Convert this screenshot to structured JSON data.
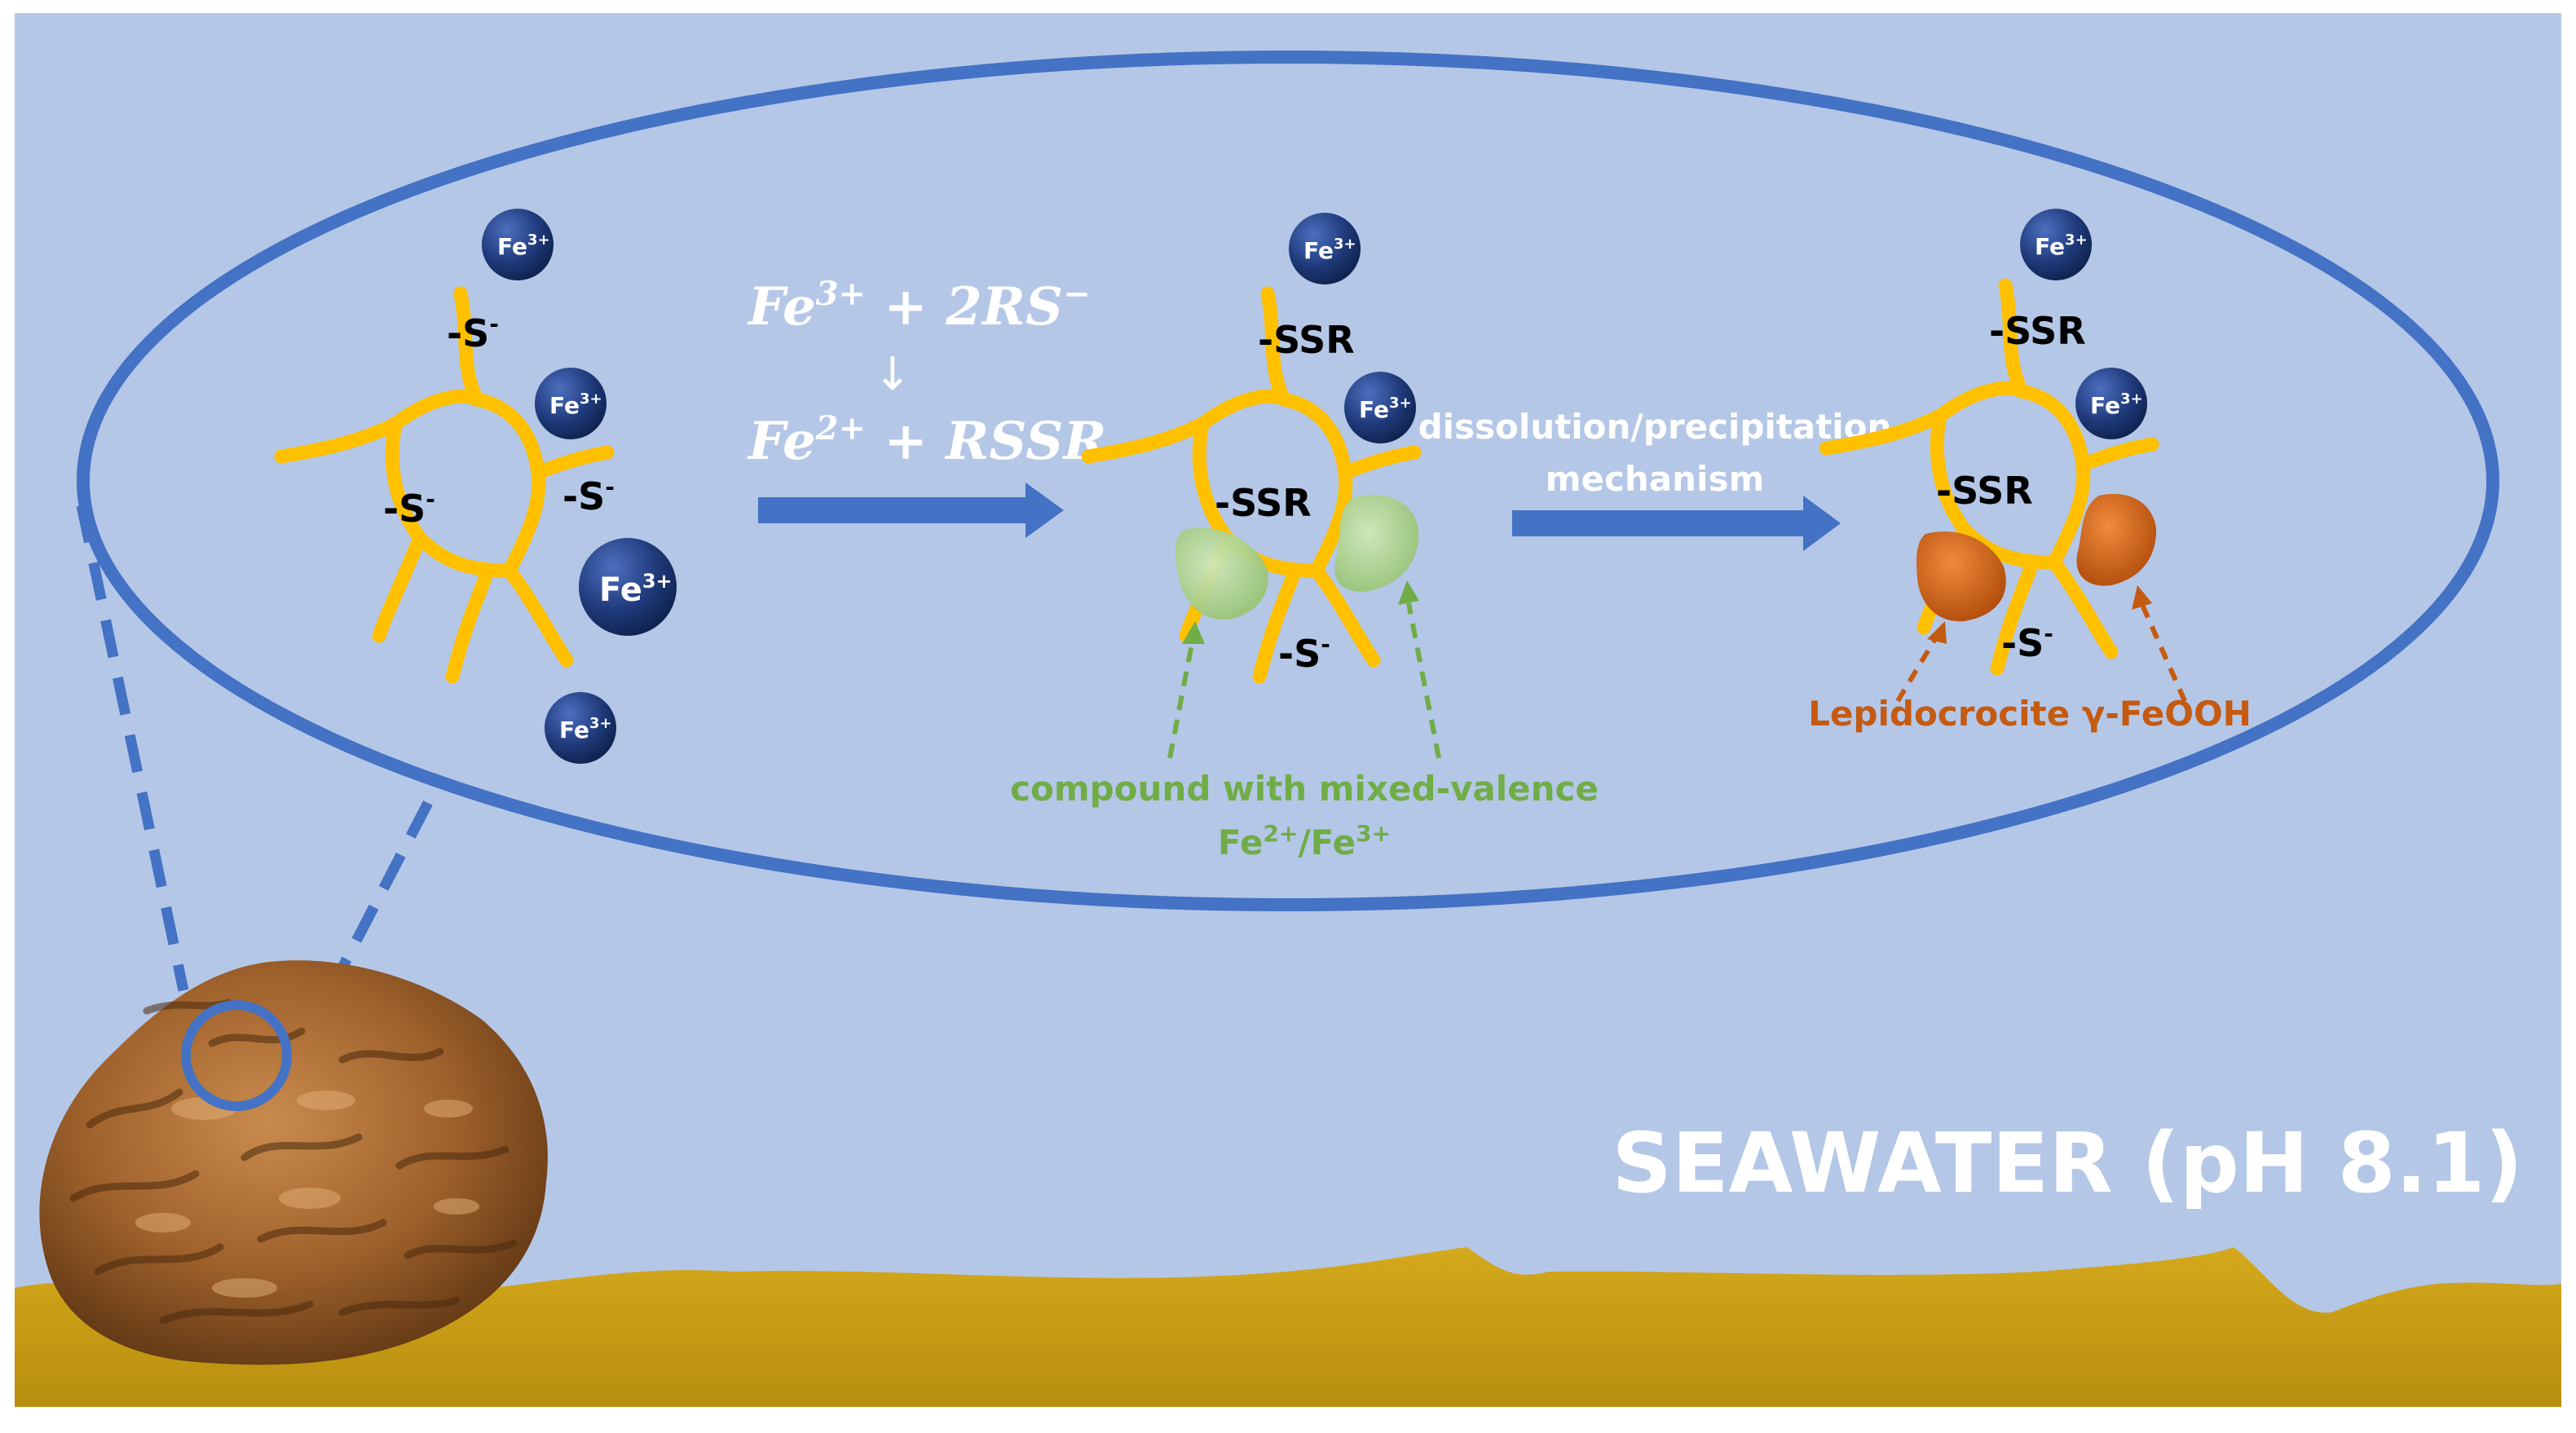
{
  "colors": {
    "background": "#b4c7e7",
    "ellipse": "#4472c4",
    "fiber": "#ffc000",
    "ion_fill": "#1f3a7a",
    "greenblob": "#a9d08e",
    "orangeblob": "#c55a11",
    "green_text": "#70ad47",
    "orange_text": "#c55a11",
    "seabed": "#c9a227"
  },
  "ion": {
    "base": "Fe",
    "charge": "3+"
  },
  "stage1": {
    "s_top": "-S",
    "s_left": "-S",
    "s_right": "-S",
    "sup": "-"
  },
  "equation": {
    "line1_a": "Fe",
    "line1_sup": "3+",
    "line1_b": " + 2RS",
    "line1_sup2": "−",
    "arrow": "↓",
    "line2_a": "Fe",
    "line2_sup": "2+",
    "line2_b": " + RSSR"
  },
  "stage2": {
    "top": "-SSR",
    "mid": "-SSR",
    "bottom": "-S",
    "sup": "-"
  },
  "process_label": {
    "line1": "dissolution/precipitation",
    "line2": "mechanism"
  },
  "stage3": {
    "top": "-SSR",
    "mid": "-SSR",
    "bottom": "-S",
    "sup": "-"
  },
  "green_label": {
    "line1": "compound with mixed-valence",
    "line2_a": "Fe",
    "line2_sup1": "2+",
    "line2_b": "/Fe",
    "line2_sup2": "3+"
  },
  "orange_label": "Lepidocrocite γ-FeOOH",
  "seawater": "SEAWATER (pH 8.1)"
}
